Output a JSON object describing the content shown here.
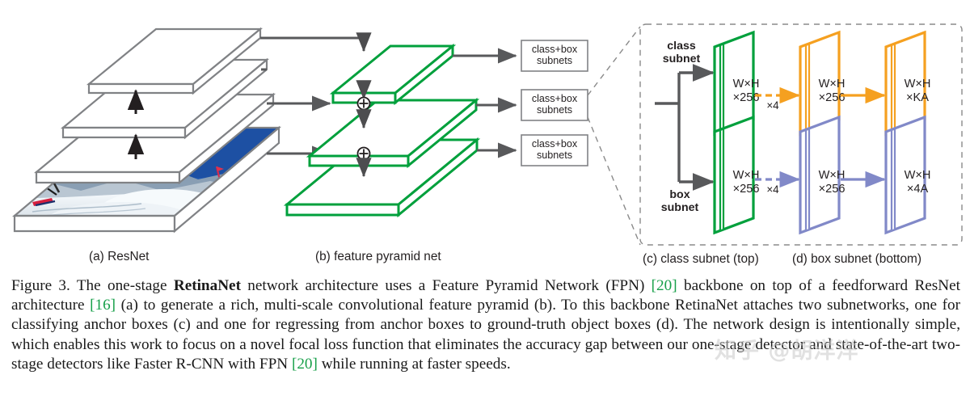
{
  "figure": {
    "panels": [
      {
        "key": "a",
        "label": "(a) ResNet"
      },
      {
        "key": "b",
        "label": "(b) feature pyramid net"
      },
      {
        "key": "c",
        "label": "(c) class subnet (top)"
      },
      {
        "key": "d",
        "label": "(d) box subnet (bottom)"
      }
    ],
    "subnet_boxes": [
      {
        "line1": "class+box",
        "line2": "subnets"
      },
      {
        "line1": "class+box",
        "line2": "subnets"
      },
      {
        "line1": "class+box",
        "line2": "subnets"
      }
    ],
    "head_labels": {
      "class_subnet_l1": "class",
      "class_subnet_l2": "subnet",
      "box_subnet_l1": "box",
      "box_subnet_l2": "subnet"
    },
    "head_blocks": {
      "class_row": [
        {
          "line1": "W×H",
          "line2": "×256",
          "color": "green"
        },
        {
          "line1": "W×H",
          "line2": "×256",
          "color": "orange"
        },
        {
          "line1": "W×H",
          "line2": "×KA",
          "color": "orange"
        }
      ],
      "box_row": [
        {
          "line1": "W×H",
          "line2": "×256",
          "color": "green"
        },
        {
          "line1": "W×H",
          "line2": "×256",
          "color": "purple"
        },
        {
          "line1": "W×H",
          "line2": "×4A",
          "color": "purple"
        }
      ],
      "repeat_class": "×4",
      "repeat_box": "×4"
    },
    "merge_symbol": "⊕",
    "colors": {
      "green": "#00a03c",
      "orange": "#f5a020",
      "purple": "#8189c8",
      "gray": "#58595b",
      "box_outline": "#808285",
      "sky_blue": "#1c4fa1",
      "snow": "#e8edf2",
      "citation_green": "#18a04a"
    }
  },
  "caption": {
    "prefix": "Figure 3. The one-stage ",
    "bold_name": "RetinaNet",
    "part1": " network architecture uses a Feature Pyramid Network (FPN) ",
    "ref1": "[20]",
    "part2": " backbone on top of a feedforward ResNet architecture ",
    "ref2": "[16]",
    "part3": " (a) to generate a rich, multi-scale convolutional feature pyramid (b).  To this backbone RetinaNet attaches two subnetworks, one for classifying anchor boxes (c) and one for regressing from anchor boxes to ground-truth object boxes (d). The network design is intentionally simple, which enables this work to focus on a novel focal loss function that eliminates the accuracy gap between our one-stage detector and state-of-the-art two-stage detectors like Faster R-CNN with FPN ",
    "ref3": "[20]",
    "part4": " while running at faster speeds."
  },
  "watermark": {
    "text": "知乎 @胡洋洋"
  }
}
